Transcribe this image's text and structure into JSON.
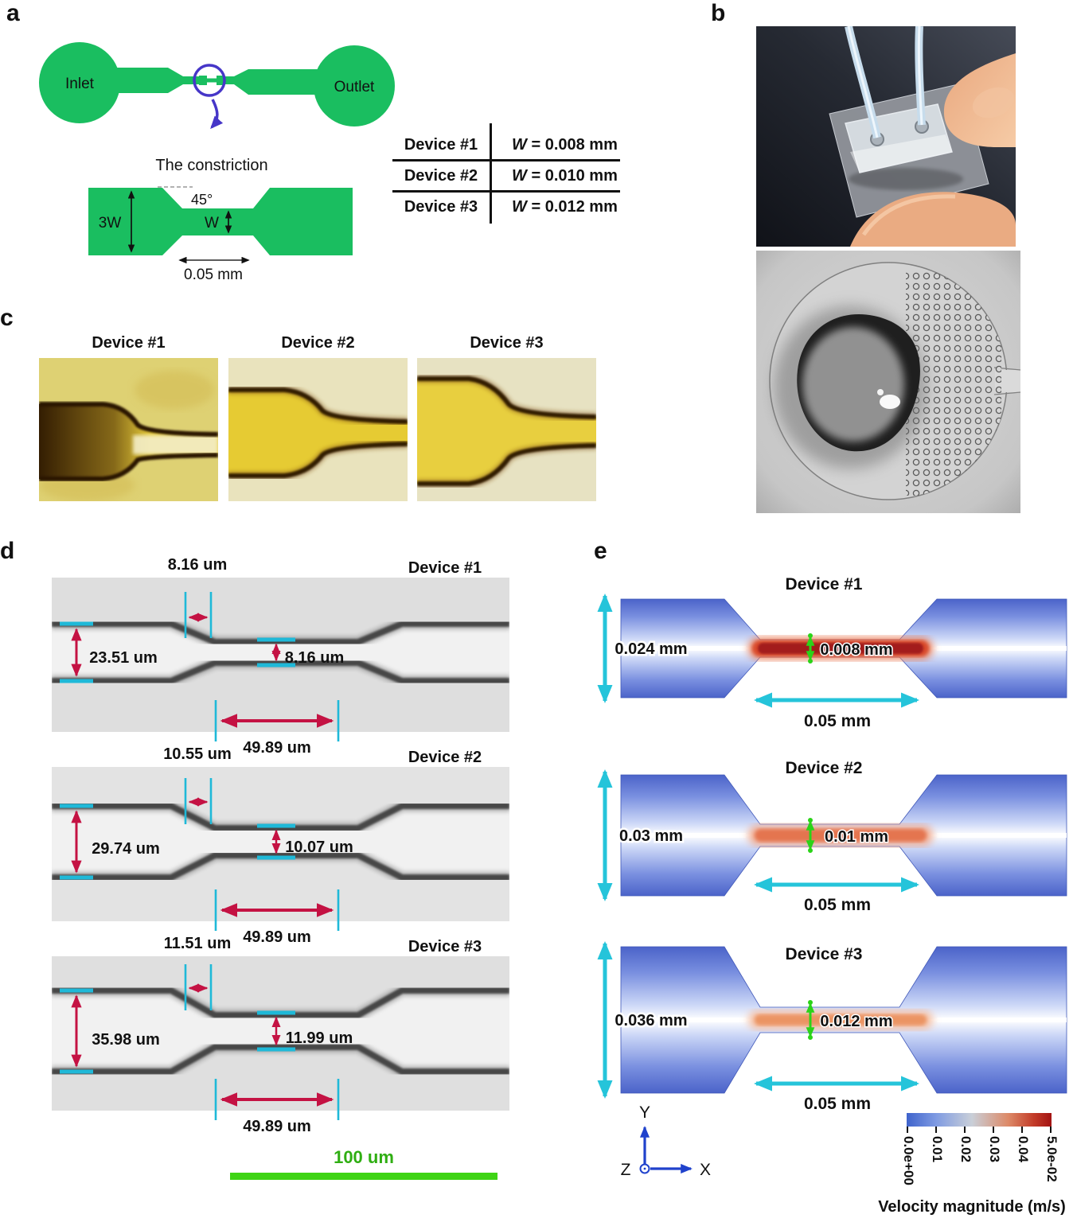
{
  "panel_labels": {
    "a": "a",
    "b": "b",
    "c": "c",
    "d": "d",
    "e": "e"
  },
  "panel_a": {
    "inlet": "Inlet",
    "outlet": "Outlet",
    "constriction_caption": "The constriction",
    "angle": "45°",
    "width_wide": "3W",
    "width_narrow": "W",
    "constriction_length": "0.05 mm",
    "table": {
      "rows": [
        {
          "device": "Device #1",
          "symbol": "W",
          "value": "= 0.008 mm"
        },
        {
          "device": "Device #2",
          "symbol": "W",
          "value": "= 0.010 mm"
        },
        {
          "device": "Device #3",
          "symbol": "W",
          "value": "= 0.012 mm"
        }
      ]
    }
  },
  "panel_c": {
    "labels": [
      "Device #1",
      "Device #2",
      "Device #3"
    ]
  },
  "panel_d": {
    "devices": [
      {
        "label": "Device #1",
        "entrance_width": "8.16 um",
        "channel_height": "23.51 um",
        "constriction_width": "8.16 um",
        "constriction_length": "49.89 um"
      },
      {
        "label": "Device #2",
        "entrance_width": "10.55 um",
        "channel_height": "29.74 um",
        "constriction_width": "10.07 um",
        "constriction_length": "49.89 um"
      },
      {
        "label": "Device #3",
        "entrance_width": "11.51 um",
        "channel_height": "35.98 um",
        "constriction_width": "11.99 um",
        "constriction_length": "49.89 um"
      }
    ],
    "scale_bar": "100 um"
  },
  "panel_e": {
    "devices": [
      {
        "label": "Device #1",
        "channel_height": "0.024 mm",
        "constriction_width": "0.008 mm",
        "constriction_length": "0.05 mm"
      },
      {
        "label": "Device #2",
        "channel_height": "0.03 mm",
        "constriction_width": "0.01 mm",
        "constriction_length": "0.05 mm"
      },
      {
        "label": "Device #3",
        "channel_height": "0.036 mm",
        "constriction_width": "0.012 mm",
        "constriction_length": "0.05 mm"
      }
    ],
    "axis": {
      "x": "X",
      "y": "Y",
      "z": "Z"
    },
    "colorbar": {
      "ticks": [
        "0.0e+00",
        "0.01",
        "0.02",
        "0.03",
        "0.04",
        "5.0e-02"
      ],
      "caption": "Velocity magnitude (m/s)",
      "min_color": "#3f63cc",
      "max_color": "#a31313"
    }
  },
  "colors": {
    "schematic_green": "#1abe60",
    "annotation_red": "#c41243",
    "annotation_cyan": "#1fb9d8",
    "dimension_cyan": "#25c4da",
    "dimension_green": "#2bd318",
    "axis_blue": "#2042cc",
    "scalebar_green": "#3fd415"
  }
}
